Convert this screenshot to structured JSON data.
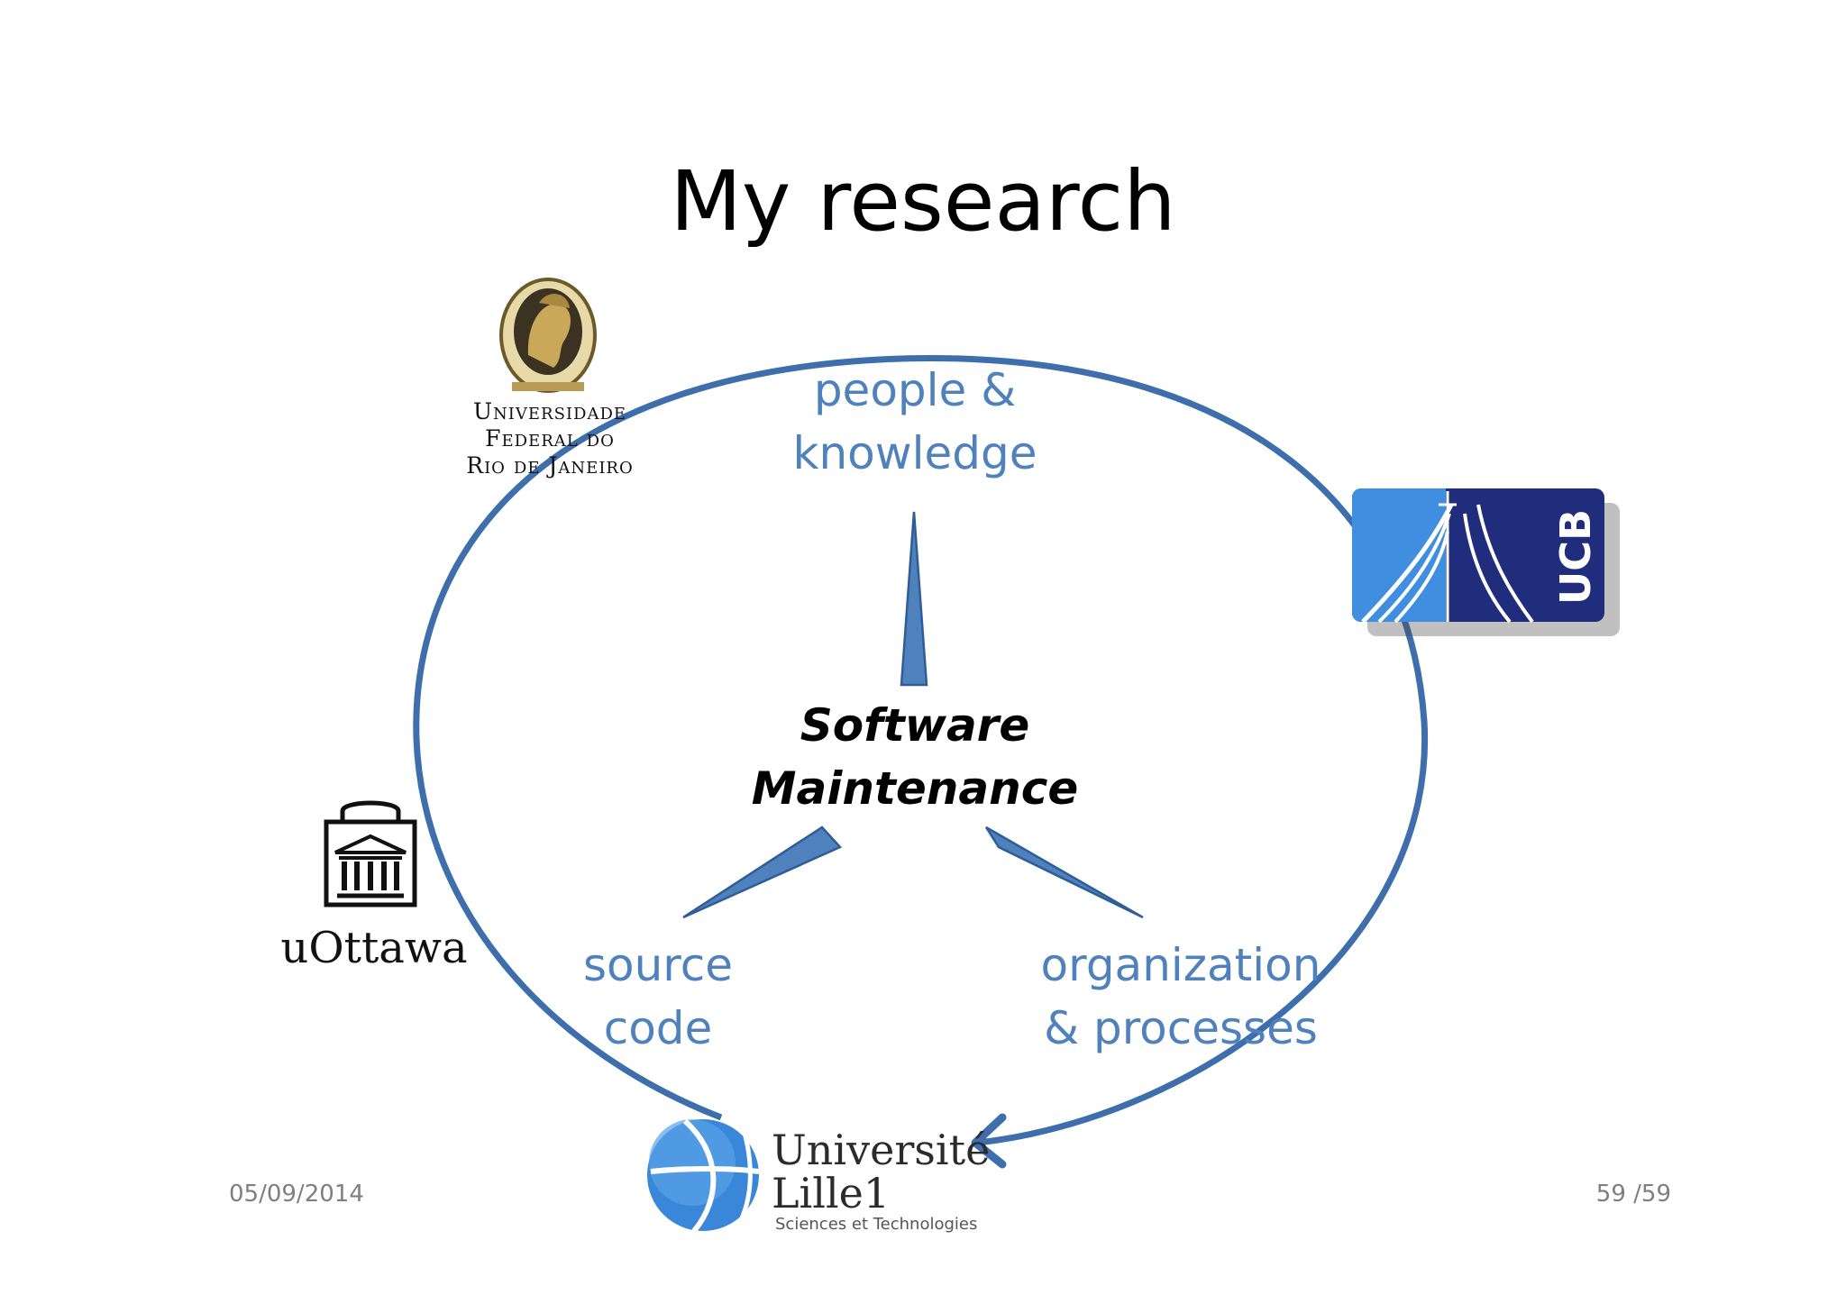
{
  "slide": {
    "title": "My research",
    "center": {
      "line1": "Software",
      "line2": "Maintenance"
    },
    "nodes": {
      "top": {
        "line1": "people &",
        "line2": "knowledge"
      },
      "left": {
        "line1": "source",
        "line2": "code"
      },
      "right": {
        "line1": "organization",
        "line2": "& processes"
      }
    },
    "footer": {
      "date": "05/09/2014",
      "page": "59 /59"
    }
  },
  "logos": {
    "ufrj": {
      "line1": "Universidade",
      "line2": "Federal do",
      "line3": "Rio de Janeiro"
    },
    "ucb": {
      "text": "UCB"
    },
    "uottawa": {
      "text": "uOttawa"
    },
    "lille": {
      "line1": "Université",
      "line2": "Lille1",
      "line3": "Sciences et Technologies"
    }
  },
  "colors": {
    "accent": "#4f81bd",
    "stroke": "#3e6eab",
    "ucb_navy": "#1f2d7c",
    "ucb_blue": "#3f8ee0"
  }
}
